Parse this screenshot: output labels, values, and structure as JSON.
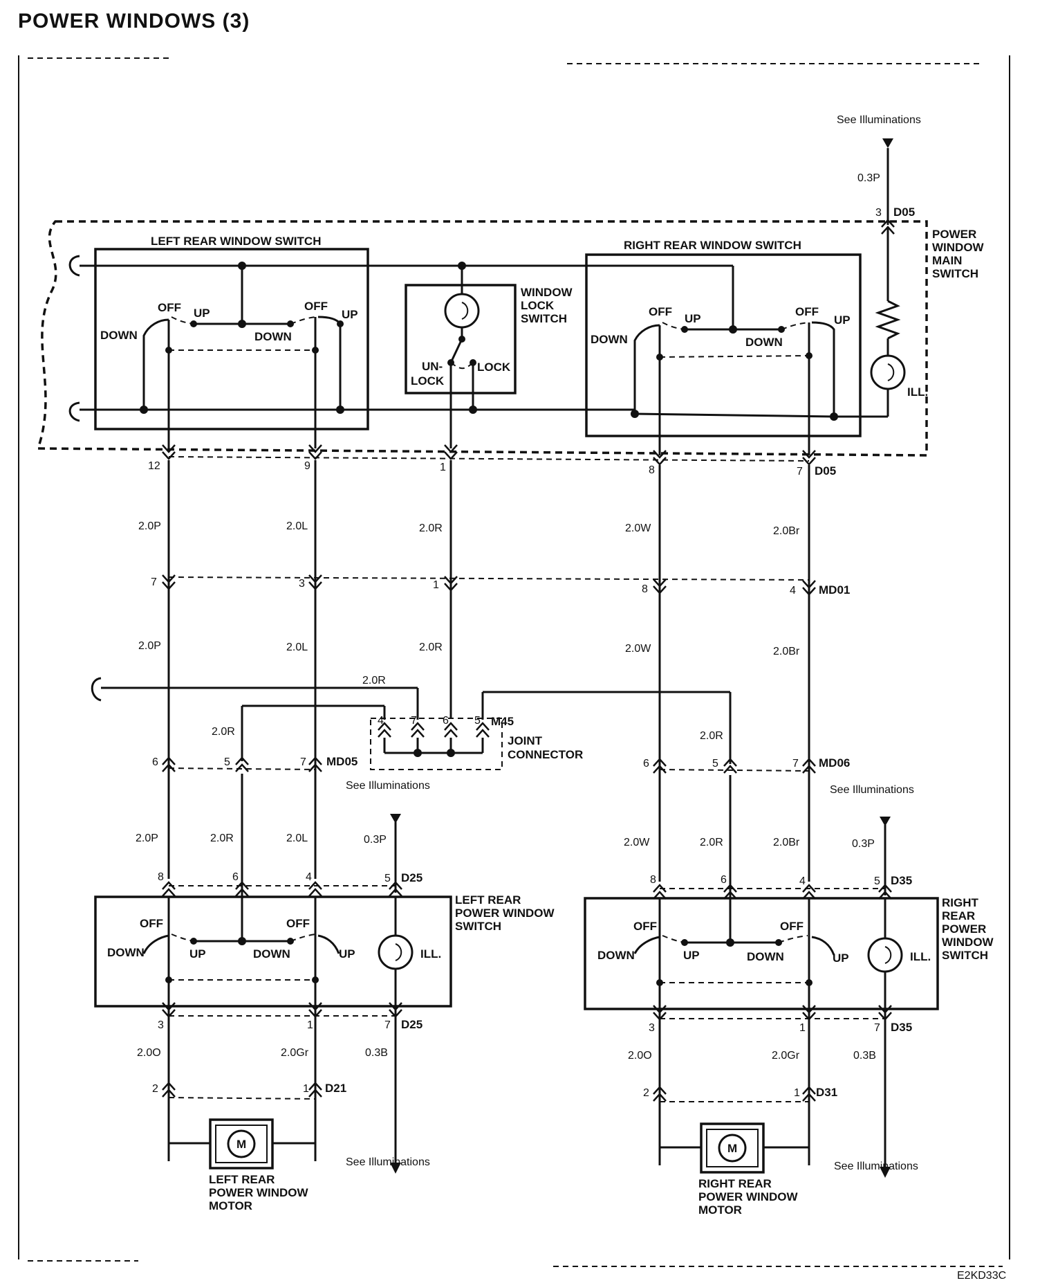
{
  "title": "POWER WINDOWS (3)",
  "diagram_code": "E2KD33C",
  "labels": {
    "see_illuminations": "See Illuminations",
    "power_window_main_switch": [
      "POWER",
      "WINDOW",
      "MAIN",
      "SWITCH"
    ],
    "left_rear_window_switch": "LEFT REAR WINDOW SWITCH",
    "right_rear_window_switch": "RIGHT REAR WINDOW SWITCH",
    "window_lock_switch": [
      "WINDOW",
      "LOCK",
      "SWITCH"
    ],
    "un": "UN-",
    "lock_word": "LOCK",
    "lock": "LOCK",
    "off": "OFF",
    "up": "UP",
    "down": "DOWN",
    "ill": "ILL.",
    "joint_connector": [
      "JOINT",
      "CONNECTOR"
    ],
    "left_rear_power_window_switch": [
      "LEFT REAR",
      "POWER WINDOW",
      "SWITCH"
    ],
    "right_rear_power_window_switch": [
      "RIGHT",
      "REAR",
      "POWER",
      "WINDOW",
      "SWITCH"
    ],
    "left_rear_power_window_motor": [
      "LEFT REAR",
      "POWER WINDOW",
      "MOTOR"
    ],
    "right_rear_power_window_motor": [
      "RIGHT REAR",
      "POWER WINDOW",
      "MOTOR"
    ],
    "motor": "M"
  },
  "connectors": {
    "d05": "D05",
    "md01": "MD01",
    "m45": "M45",
    "md05": "MD05",
    "md06": "MD06",
    "d25": "D25",
    "d35": "D35",
    "d21": "D21",
    "d31": "D31"
  },
  "wires": {
    "w03p": "0.3P",
    "w20p": "2.0P",
    "w20l": "2.0L",
    "w20r": "2.0R",
    "w20w": "2.0W",
    "w20br": "2.0Br",
    "w20o": "2.0O",
    "w20gr": "2.0Gr",
    "w03b": "0.3B"
  },
  "pins": {
    "p1": "1",
    "p2": "2",
    "p3": "3",
    "p4": "4",
    "p5": "5",
    "p6": "6",
    "p7": "7",
    "p8": "8",
    "p9": "9",
    "p12": "12"
  }
}
